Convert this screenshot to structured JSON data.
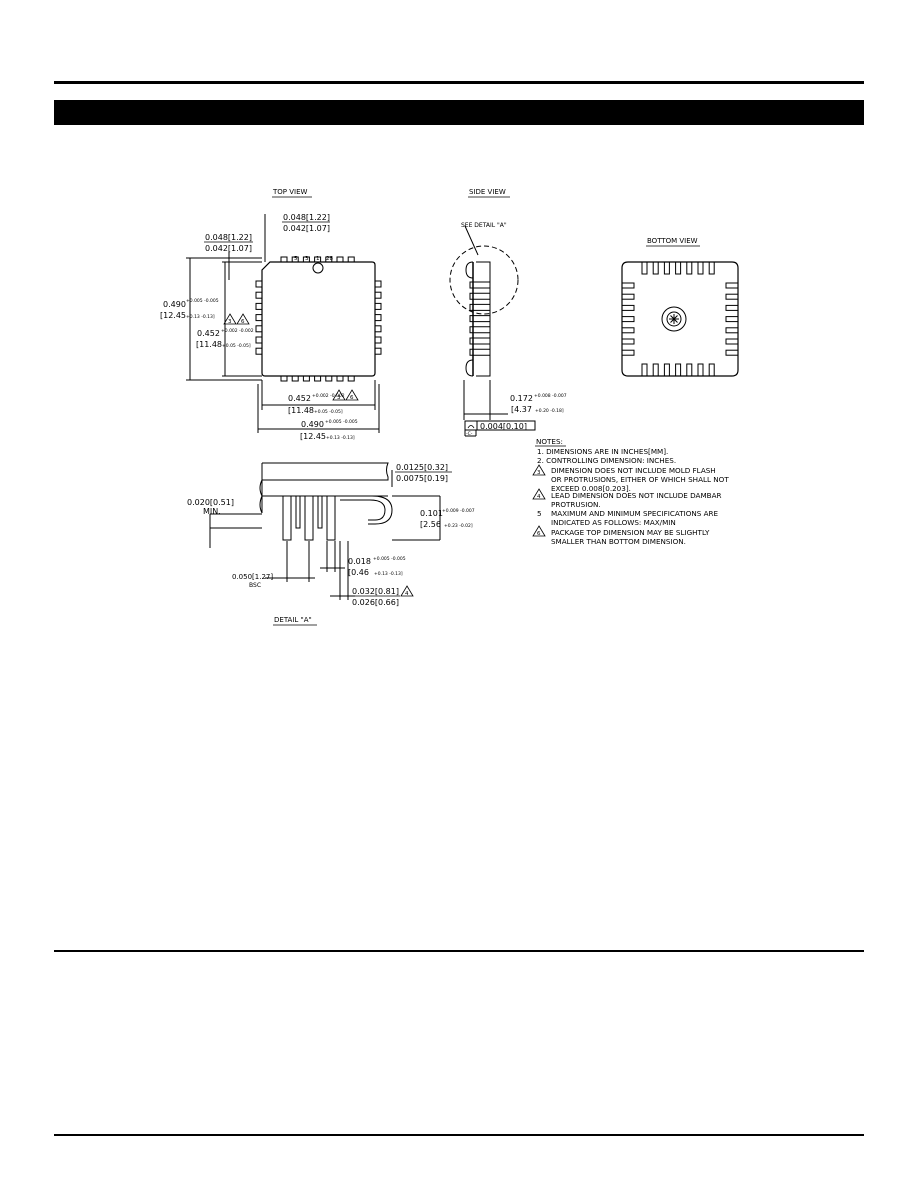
{
  "views": {
    "top_view": "TOP VIEW",
    "side_view": "SIDE VIEW",
    "bottom_view": "BOTTOM VIEW",
    "detail_a": "DETAIL \"A\"",
    "see_detail": "SEE DETAIL \"A\""
  },
  "top_view": {
    "pin_numbers": [
      "5",
      "3",
      "1",
      "28"
    ],
    "dims": {
      "d1_top": "0.048[1.22]",
      "d1_bot": "0.042[1.07]",
      "d2_top": "0.048[1.22]",
      "d2_bot": "0.042[1.07]",
      "overall_v_in": "0.490",
      "overall_v_in_tol": "+0.005 -0.005",
      "overall_v_mm": "[12.45",
      "overall_v_mm_tol": "+0.13 -0.13]",
      "body_v_in": "0.452",
      "body_v_in_tol": "+0.002 -0.002",
      "body_v_mm": "[11.48",
      "body_v_mm_tol": "+0.05 -0.05]",
      "body_h_in": "0.452",
      "body_h_in_tol": "+0.002 -0.002",
      "body_h_mm": "[11.48",
      "body_h_mm_tol": "+0.05 -0.05]",
      "overall_h_in": "0.490",
      "overall_h_in_tol": "+0.005 -0.005",
      "overall_h_mm": "[12.45",
      "overall_h_mm_tol": "+0.13 -0.13]"
    },
    "flag_3": "3",
    "flag_6": "6"
  },
  "side_view": {
    "height_in": "0.172",
    "height_in_tol": "+0.008 -0.007",
    "height_mm": "[4.37",
    "height_mm_tol": "+0.20 -0.18]",
    "coplanarity": "0.004[0.10]",
    "datum": "-C-"
  },
  "detail": {
    "lead_thk_top": "0.0125[0.32]",
    "lead_thk_bot": "0.0075[0.19]",
    "standoff": "0.020[0.51]",
    "standoff_min": "MIN.",
    "height_in": "0.101",
    "height_in_tol": "+0.009 -0.007",
    "height_mm": "[2.56",
    "height_mm_tol": "+0.23 -0.02]",
    "pitch": "0.050[1.27]",
    "pitch_bsc": "BSC",
    "lead_w_in": "0.018",
    "lead_w_in_tol": "+0.005 -0.005",
    "lead_w_mm": "[0.46",
    "lead_w_mm_tol": "+0.13 -0.13]",
    "shoulder_top": "0.032[0.81]",
    "shoulder_bot": "0.026[0.66]",
    "flag_4": "4"
  },
  "notes": {
    "heading": "NOTES:",
    "n1": "1.  DIMENSIONS ARE IN INCHES[MM].",
    "n2": "2.  CONTROLLING DIMENSION: INCHES.",
    "n3_flag": "3",
    "n3_l1": "DIMENSION DOES NOT INCLUDE MOLD FLASH",
    "n3_l2": "OR PROTRUSIONS, EITHER OF WHICH SHALL NOT",
    "n3_l3": "EXCEED 0.008[0.203].",
    "n4_flag": "4",
    "n4_l1": "LEAD DIMENSION DOES NOT INCLUDE DAMBAR",
    "n4_l2": "PROTRUSION.",
    "n5_num": "5",
    "n5_l1": "MAXIMUM AND MINIMUM SPECIFICATIONS ARE",
    "n5_l2": "INDICATED AS FOLLOWS: MAX/MIN",
    "n6_flag": "6",
    "n6_l1": "PACKAGE TOP DIMENSION MAY BE SLIGHTLY",
    "n6_l2": "SMALLER THAN BOTTOM DIMENSION."
  }
}
